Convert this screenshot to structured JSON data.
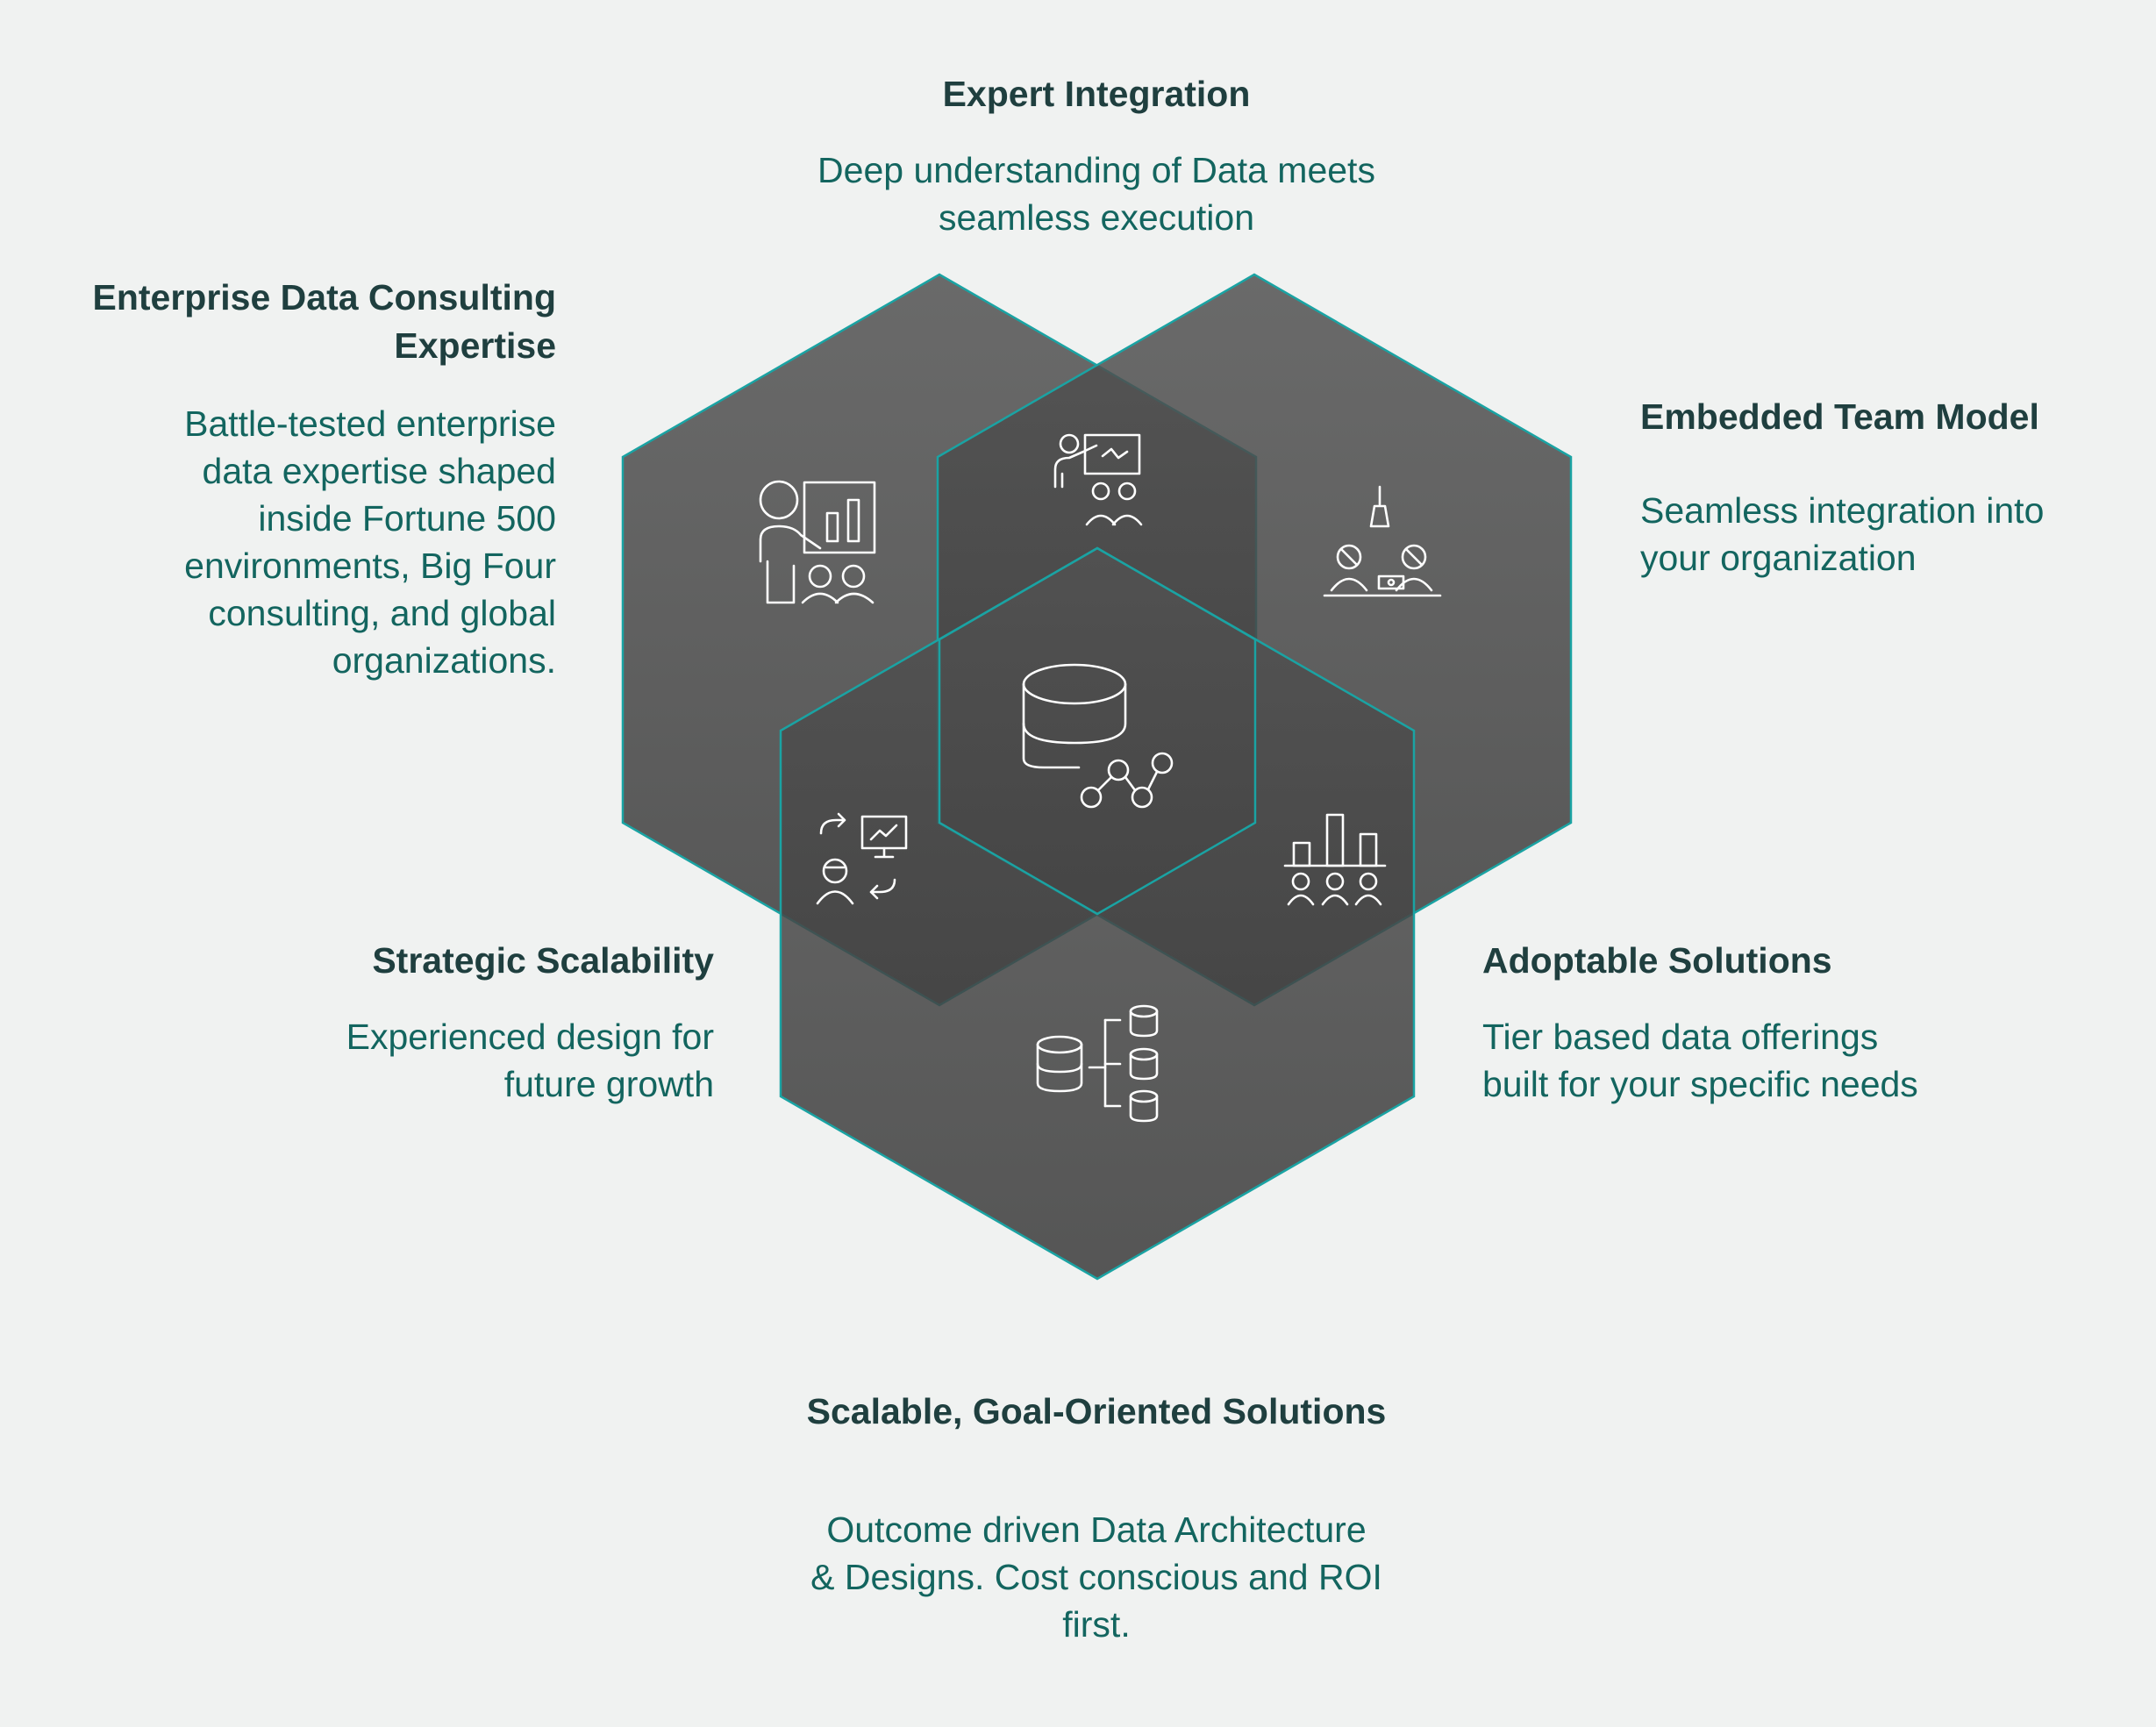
{
  "colors": {
    "background": "#f0f2f1",
    "hexagon_fill_top": "#525252",
    "hexagon_fill_bottom": "#3a3a3a",
    "hexagon_stroke": "#1aa3a3",
    "icon_stroke": "#ffffff",
    "title_text": "#1f3f3f",
    "description_text": "#13655f"
  },
  "hexagons": [
    {
      "id": "top-left",
      "icon": "presenter-audience-icon"
    },
    {
      "id": "top-right",
      "icon": "team-meeting-icon"
    },
    {
      "id": "bottom",
      "icon": "database-hierarchy-icon"
    },
    {
      "id": "center",
      "icon": "database-network-icon"
    }
  ],
  "overlap_icons": [
    "presentation-team-icon",
    "scalability-cycle-icon",
    "bar-chart-audience-icon"
  ],
  "labels": {
    "expert_integration": {
      "title": "Expert Integration",
      "description": [
        "Deep understanding of Data meets",
        "seamless execution"
      ]
    },
    "enterprise_consulting": {
      "title": [
        "Enterprise Data Consulting",
        "Expertise"
      ],
      "description": [
        "Battle-tested enterprise",
        "data expertise shaped",
        "inside Fortune 500",
        "environments, Big Four",
        "consulting, and global",
        "organizations."
      ]
    },
    "embedded_team": {
      "title": "Embedded Team Model",
      "description": [
        "Seamless integration into",
        "your organization"
      ]
    },
    "strategic_scalability": {
      "title": "Strategic Scalability",
      "description": [
        "Experienced design for",
        "future growth"
      ]
    },
    "adoptable_solutions": {
      "title": "Adoptable Solutions",
      "description": [
        "Tier based data offerings",
        "built for your specific needs"
      ]
    },
    "goal_oriented": {
      "title": "Scalable, Goal-Oriented Solutions",
      "description": [
        "Outcome driven Data Architecture",
        "& Designs. Cost conscious and ROI",
        "first."
      ]
    }
  }
}
